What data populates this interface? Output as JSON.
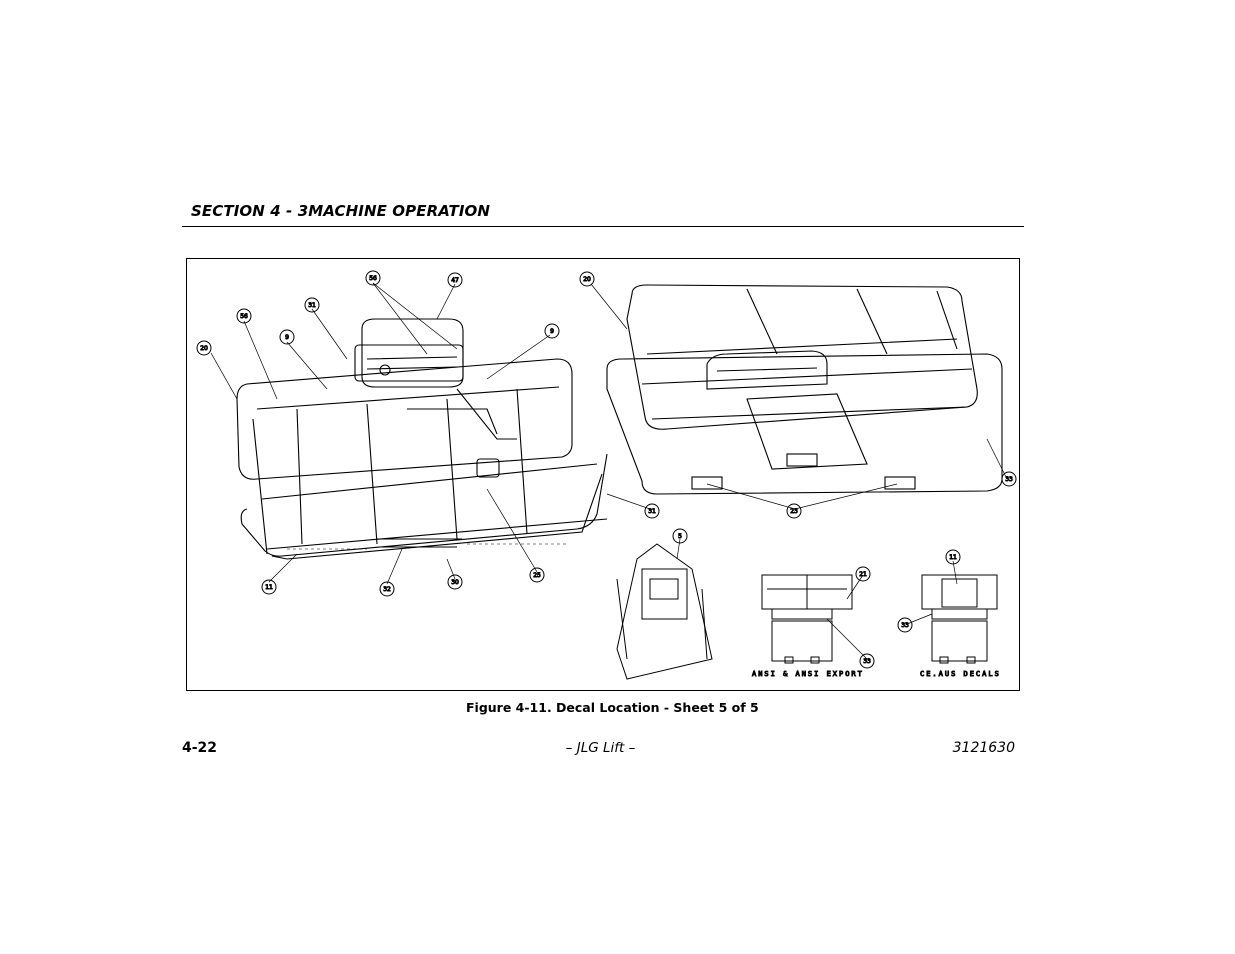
{
  "header": {
    "section_title": "SECTION 4 - 3MACHINE OPERATION"
  },
  "figure": {
    "caption": "Figure 4-11. Decal Location - Sheet 5 of 5",
    "callouts": [
      "20",
      "56",
      "31",
      "9",
      "56",
      "47",
      "9",
      "20",
      "20",
      "33",
      "31",
      "11",
      "32",
      "30",
      "25",
      "23",
      "5",
      "21",
      "33",
      "11",
      "33"
    ],
    "detail_labels": {
      "ansi": "ANSI & ANSI EXPORT",
      "ce": "CE.AUS DECALS"
    }
  },
  "footer": {
    "page_number": "4-22",
    "center_text": "– JLG Lift –",
    "doc_number": "3121630"
  }
}
